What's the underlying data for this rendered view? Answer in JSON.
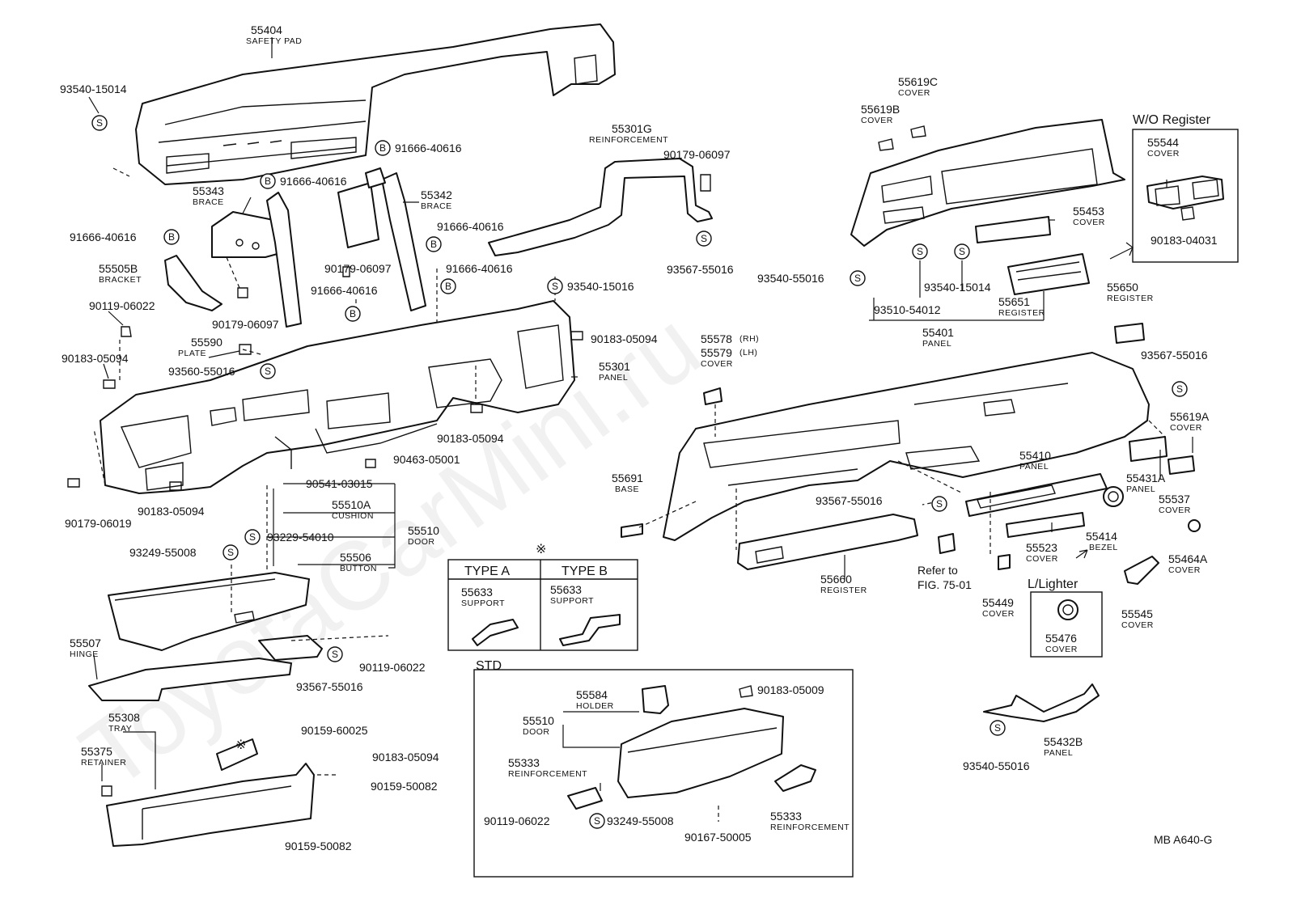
{
  "diagram_id": "MB A640-G",
  "watermark": "ToyotaCarMini.ru",
  "symbols": {
    "s": "S",
    "b": "B",
    "star": "※"
  },
  "sections": {
    "type_a": "TYPE A",
    "type_b": "TYPE B",
    "std": "STD",
    "wo_register": "W/O Register",
    "l_lighter": "L/Lighter"
  },
  "refer": {
    "line1": "Refer to",
    "line2": "FIG. 75-01"
  },
  "labels": {
    "p55404": {
      "pn": "55404",
      "name": "SAFETY PAD"
    },
    "p93540_15014a": {
      "pn": "93540-15014"
    },
    "p91666_top": {
      "pn": "91666-40616"
    },
    "p55301g": {
      "pn": "55301G",
      "name": "REINFORCEMENT"
    },
    "p90179_06097a": {
      "pn": "90179-06097"
    },
    "p91666_b": {
      "pn": "91666-40616"
    },
    "p55343": {
      "pn": "55343",
      "name": "BRACE"
    },
    "p55342": {
      "pn": "55342",
      "name": "BRACE"
    },
    "p91666_c": {
      "pn": "91666-40616"
    },
    "p91666_d": {
      "pn": "91666-40616"
    },
    "p55505b": {
      "pn": "55505B",
      "name": "BRACKET"
    },
    "p90179_06097b": {
      "pn": "90179-06097"
    },
    "p91666_e": {
      "pn": "91666-40616"
    },
    "p91666_f": {
      "pn": "91666-40616"
    },
    "p93567_a": {
      "pn": "93567-55016"
    },
    "p93540_15016": {
      "pn": "93540-15016"
    },
    "p90119_a": {
      "pn": "90119-06022"
    },
    "p90179_06097c": {
      "pn": "90179-06097"
    },
    "p55590": {
      "pn": "55590",
      "name": "PLATE"
    },
    "p90183_a": {
      "pn": "90183-05094"
    },
    "p90183_b": {
      "pn": "90183-05094"
    },
    "p93560": {
      "pn": "93560-55016"
    },
    "p55301": {
      "pn": "55301",
      "name": "PANEL"
    },
    "p90183_c": {
      "pn": "90183-05094"
    },
    "p90463": {
      "pn": "90463-05001"
    },
    "p90179_06019": {
      "pn": "90179-06019"
    },
    "p90183_d": {
      "pn": "90183-05094"
    },
    "p90541": {
      "pn": "90541-03015"
    },
    "p55510a": {
      "pn": "55510A",
      "name": "CUSHION"
    },
    "p93229": {
      "pn": "93229-54010"
    },
    "p55510": {
      "pn": "55510",
      "name": "DOOR"
    },
    "p93249_a": {
      "pn": "93249-55008"
    },
    "p55506": {
      "pn": "55506",
      "name": "BUTTON"
    },
    "p55507": {
      "pn": "55507",
      "name": "HINGE"
    },
    "p90119_b": {
      "pn": "90119-06022"
    },
    "p93567_b": {
      "pn": "93567-55016"
    },
    "p55308": {
      "pn": "55308",
      "name": "TRAY"
    },
    "p55375": {
      "pn": "55375",
      "name": "RETAINER"
    },
    "p90159_60025": {
      "pn": "90159-60025"
    },
    "p90183_e": {
      "pn": "90183-05094"
    },
    "p90159_50082a": {
      "pn": "90159-50082"
    },
    "p90159_50082b": {
      "pn": "90159-50082"
    },
    "p55633a": {
      "pn": "55633",
      "name": "SUPPORT"
    },
    "p55633b": {
      "pn": "55633",
      "name": "SUPPORT"
    },
    "p55584": {
      "pn": "55584",
      "name": "HOLDER"
    },
    "p90183_05009": {
      "pn": "90183-05009"
    },
    "p55510_std": {
      "pn": "55510",
      "name": "DOOR"
    },
    "p55333a": {
      "pn": "55333",
      "name": "REINFORCEMENT"
    },
    "p55333b": {
      "pn": "55333",
      "name": "REINFORCEMENT"
    },
    "p90119_c": {
      "pn": "90119-06022"
    },
    "p93249_b": {
      "pn": "93249-55008"
    },
    "p90167": {
      "pn": "90167-50005"
    },
    "p55619c": {
      "pn": "55619C",
      "name": "COVER"
    },
    "p55619b": {
      "pn": "55619B",
      "name": "COVER"
    },
    "p55544": {
      "pn": "55544",
      "name": "COVER"
    },
    "p90183_04031": {
      "pn": "90183-04031"
    },
    "p55453": {
      "pn": "55453",
      "name": "COVER"
    },
    "p93540_55016a": {
      "pn": "93540-55016"
    },
    "p93540_15014b": {
      "pn": "93540-15014"
    },
    "p93510": {
      "pn": "93510-54012"
    },
    "p55651": {
      "pn": "55651",
      "name": "REGISTER"
    },
    "p55401": {
      "pn": "55401",
      "name": "PANEL"
    },
    "p55650": {
      "pn": "55650",
      "name": "REGISTER"
    },
    "p55578": {
      "pn": "55578",
      "sub": "(RH)"
    },
    "p55579": {
      "pn": "55579",
      "sub": "(LH)",
      "name": "COVER"
    },
    "p93567_c": {
      "pn": "93567-55016"
    },
    "p55619a": {
      "pn": "55619A",
      "name": "COVER"
    },
    "p55410": {
      "pn": "55410",
      "name": "PANEL"
    },
    "p55431a": {
      "pn": "55431A",
      "name": "PANEL"
    },
    "p55691": {
      "pn": "55691",
      "name": "BASE"
    },
    "p93567_d": {
      "pn": "93567-55016"
    },
    "p55537": {
      "pn": "55537",
      "name": "COVER"
    },
    "p55523": {
      "pn": "55523",
      "name": "COVER"
    },
    "p55414": {
      "pn": "55414",
      "name": "BEZEL"
    },
    "p55464a": {
      "pn": "55464A",
      "name": "COVER"
    },
    "p55660": {
      "pn": "55660",
      "name": "REGISTER"
    },
    "p55449": {
      "pn": "55449",
      "name": "COVER"
    },
    "p55476": {
      "pn": "55476",
      "name": "COVER"
    },
    "p55545": {
      "pn": "55545",
      "name": "COVER"
    },
    "p55432b": {
      "pn": "55432B",
      "name": "PANEL"
    },
    "p93540_55016b": {
      "pn": "93540-55016"
    }
  }
}
